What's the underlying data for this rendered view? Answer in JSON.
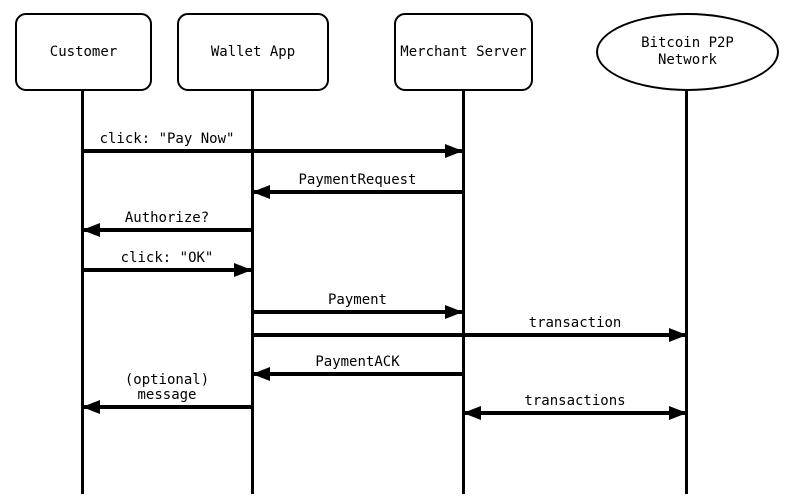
{
  "diagram": {
    "type": "sequence-diagram",
    "background_color": "#ffffff",
    "line_color": "#000000",
    "shape_fill_color": "#ffffff"
  },
  "participants": [
    {
      "id": "customer",
      "name": "Customer",
      "shape": "rounded-rect"
    },
    {
      "id": "wallet-app",
      "name": "Wallet App",
      "shape": "rounded-rect"
    },
    {
      "id": "merchant-server",
      "name": "Merchant Server",
      "shape": "rounded-rect"
    },
    {
      "id": "bitcoin-p2p-network",
      "name": "Bitcoin P2P Network",
      "shape": "ellipse"
    }
  ],
  "messages": [
    {
      "label": "click: \"Pay Now\"",
      "from": "Customer",
      "to": "Merchant Server",
      "arrow": "right"
    },
    {
      "label": "PaymentRequest",
      "from": "Merchant Server",
      "to": "Wallet App",
      "arrow": "left"
    },
    {
      "label": "Authorize?",
      "from": "Wallet App",
      "to": "Customer",
      "arrow": "left"
    },
    {
      "label": "click: \"OK\"",
      "from": "Customer",
      "to": "Wallet App",
      "arrow": "right"
    },
    {
      "label": "Payment",
      "from": "Wallet App",
      "to": "Merchant Server",
      "arrow": "right"
    },
    {
      "label": "transaction",
      "from": "Wallet App",
      "to": "Bitcoin P2P Network",
      "arrow": "right"
    },
    {
      "label": "PaymentACK",
      "from": "Merchant Server",
      "to": "Wallet App",
      "arrow": "left"
    },
    {
      "label": "(optional) message",
      "from": "Wallet App",
      "to": "Customer",
      "arrow": "left"
    },
    {
      "label": "transactions",
      "from": "Merchant Server",
      "to": "Bitcoin P2P Network",
      "arrow": "both"
    }
  ]
}
